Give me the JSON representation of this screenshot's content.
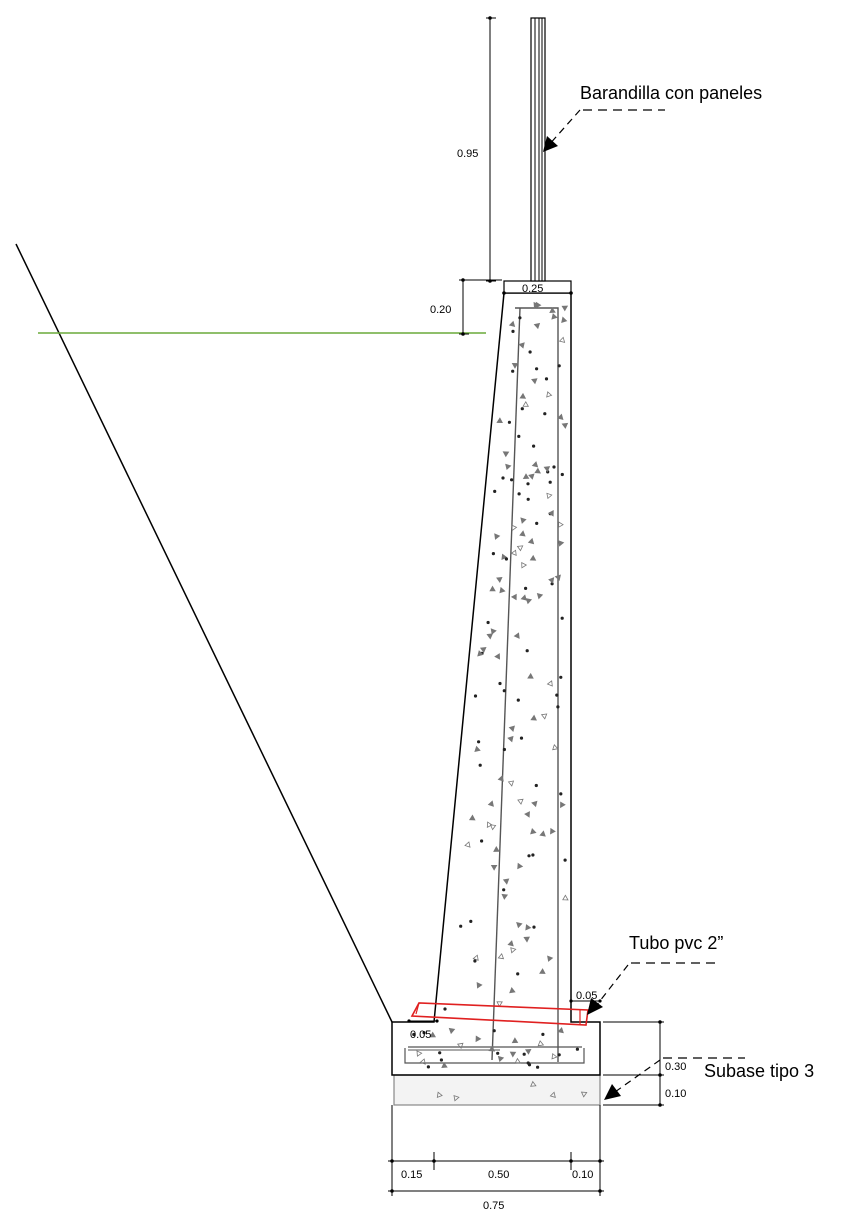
{
  "labels": {
    "railing": "Barandilla con paneles",
    "pipe": "Tubo pvc 2”",
    "subbase": "Subase tipo 3"
  },
  "dimensions": {
    "railing_height": "0.95",
    "crown_to_ground": "0.20",
    "wall_top_width": "0.25",
    "pipe_left": "0.05",
    "pipe_right": "0.05",
    "footing_height": "0.30",
    "subbase_height": "0.10",
    "toe_width": "0.15",
    "stem_base_width": "0.50",
    "heel_width": "0.10",
    "total_width": "0.75"
  },
  "colors": {
    "line": "#000000",
    "concrete_line": "#555555",
    "ground_line": "#6aaa3a",
    "pipe": "#e02020",
    "aggregate": "#777777",
    "subbase_fill": "#f3f3f3"
  }
}
